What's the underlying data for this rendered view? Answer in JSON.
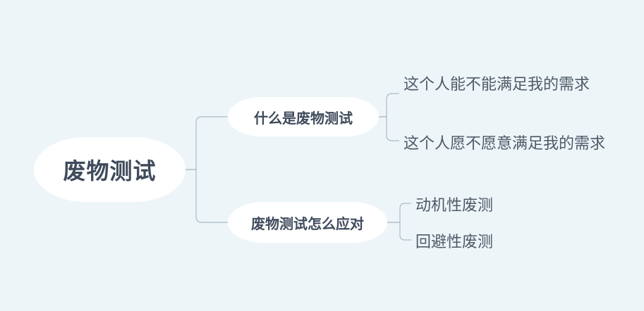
{
  "mindmap": {
    "root": "废物测试",
    "branches": [
      {
        "label": "什么是废物测试",
        "children": [
          "这个人能不能满足我的需求",
          "这个人愿不愿意满足我的需求"
        ]
      },
      {
        "label": "废物测试怎么应对",
        "children": [
          "动机性废测",
          "回避性废测"
        ]
      }
    ]
  },
  "colors": {
    "background": "#eef5f9",
    "node_fill": "#ffffff",
    "node_text": "#3f4b5c",
    "leaf_text": "#4e5a68",
    "connector": "#a9bcc6"
  }
}
